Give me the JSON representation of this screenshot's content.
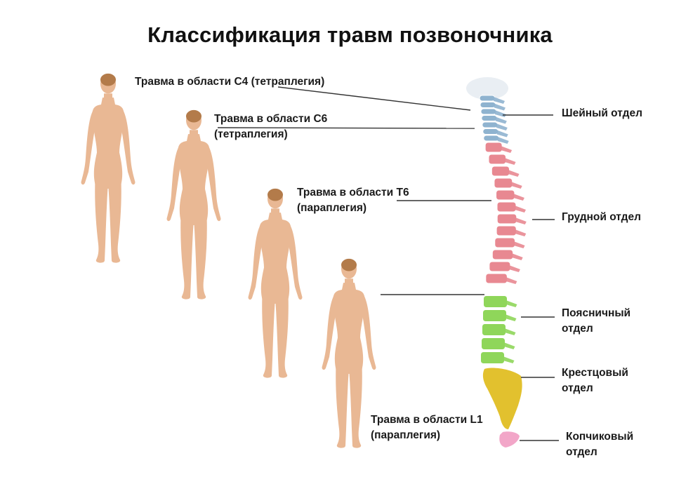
{
  "title": "Классификация травм позвоночника",
  "injuries": [
    {
      "line1": "Травма в области C4 (тетраплегия)",
      "line2": ""
    },
    {
      "line1": "Травма в области C6",
      "line2": "(тетраплегия)"
    },
    {
      "line1": "Травма в области T6",
      "line2": "(параплегия)"
    },
    {
      "line1": "Травма в области L1",
      "line2": "(параплегия)"
    }
  ],
  "regions": [
    {
      "line1": "Шейный отдел",
      "line2": "",
      "color": "#8fb3cf"
    },
    {
      "line1": "Грудной отдел",
      "line2": "",
      "color": "#e88891"
    },
    {
      "line1": "Поясничный",
      "line2": "отдел",
      "color": "#8fd65a"
    },
    {
      "line1": "Крестцовый",
      "line2": "отдел",
      "color": "#e2c12e"
    },
    {
      "line1": "Копчиковый",
      "line2": "отдел",
      "color": "#f2a6c8"
    }
  ],
  "colors": {
    "paralysis": "#5bbcd3",
    "skin": "#e9b894",
    "hair": "#b37b4a"
  }
}
